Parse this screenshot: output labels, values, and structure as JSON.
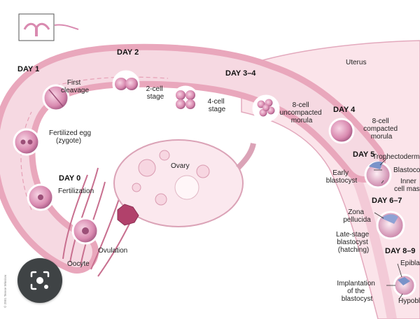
{
  "days": {
    "d1": "DAY 1",
    "d2": "DAY 2",
    "d34": "DAY 3–4",
    "d4": "DAY 4",
    "d0": "DAY 0",
    "d5": "DAY 5",
    "d67": "DAY 6–7",
    "d89": "DAY 8–9"
  },
  "labels": {
    "uterus": "Uterus",
    "first_cleavage": [
      "First",
      "cleavage"
    ],
    "two_cell": [
      "2-cell",
      "stage"
    ],
    "four_cell": [
      "4-cell",
      "stage"
    ],
    "eight_uncompacted": [
      "8-cell",
      "uncompacted",
      "morula"
    ],
    "eight_compacted": [
      "8-cell",
      "compacted",
      "morula"
    ],
    "fertilized_egg": [
      "Fertilized egg",
      "(zygote)"
    ],
    "fertilization": "Fertilization",
    "ovary": "Ovary",
    "ovulation": "Ovulation",
    "oocyte": "Oocyte",
    "early_blastocyst": [
      "Early",
      "blastocyst"
    ],
    "trophectoderm": "Trophectoderm",
    "blastocoel": "Blastocoel",
    "inner_cell_mass": [
      "Inner",
      "cell mass"
    ],
    "zona_pellucida": [
      "Zona",
      "pellucida"
    ],
    "late_blastocyst": [
      "Late-stage",
      "blastocyst",
      "(hatching)"
    ],
    "implantation": [
      "Implantation",
      "of the",
      "blastocyst"
    ],
    "epiblast": "Epiblast",
    "hypoblast": "Hypoblast"
  },
  "credit": "© 2001 Terese Winslow",
  "colors": {
    "tube": "#eab3c4",
    "tube_inner": "#f6d9e2",
    "uterus": "#fbe4ea",
    "embryo": "#d98ab0",
    "lens_button": "#3f4345"
  },
  "icons": {
    "thumbnail": "uterus-thumbnail-icon",
    "visual_search": "camera-lens-icon"
  }
}
